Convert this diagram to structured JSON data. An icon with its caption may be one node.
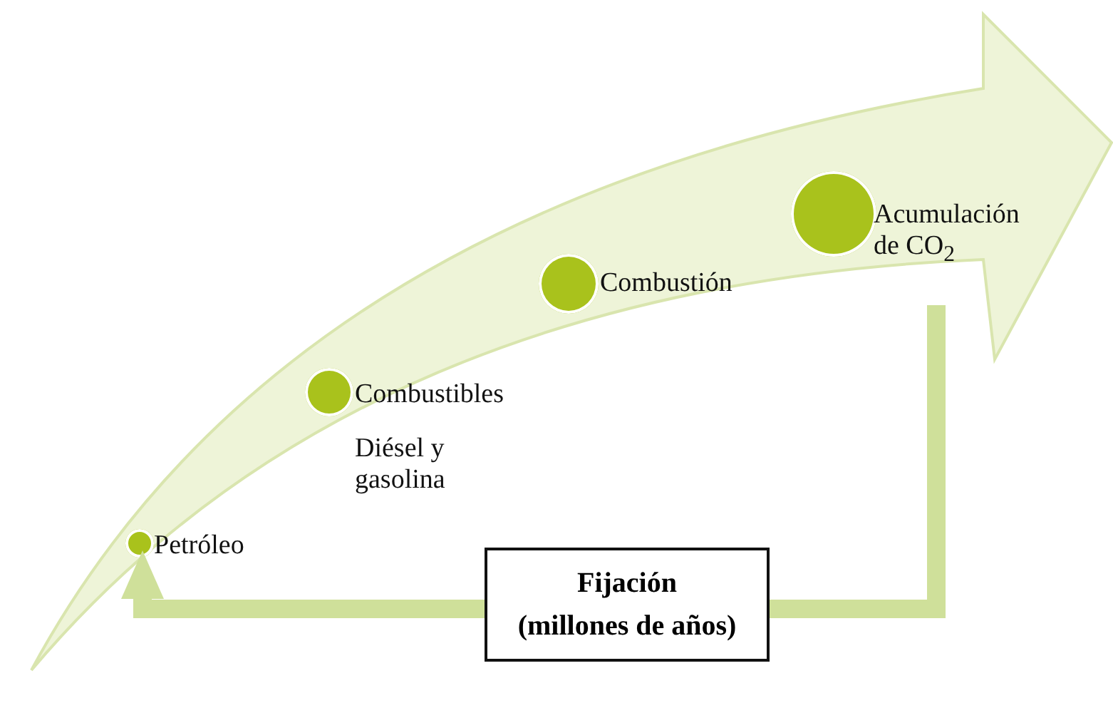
{
  "diagram": {
    "nodes": [
      {
        "text": [],
        "shape": "arrow"
      },
      {
        "text": [],
        "shape": "circle",
        "in": 0,
        "beside": [
          "Petróleo"
        ]
      },
      {
        "text": [],
        "shape": "circle",
        "in": 0,
        "beside": [
          "Combustibles",
          "Diésel y gasolina"
        ]
      },
      {
        "text": [],
        "shape": "circle",
        "in": 0,
        "beside": [
          "Combustión"
        ]
      },
      {
        "text": [],
        "shape": "circle",
        "in": 0,
        "beside": [
          "Acumulación de CO$_{2}$"
        ]
      },
      {
        "text": [
          "Fijación",
          "(millones de años)"
        ]
      }
    ],
    "edges": [
      {
        "from": 0,
        "to": 5,
        "arrow": "none"
      },
      {
        "from": 5,
        "to": 1,
        "arrow": "to"
      }
    ]
  }
}
